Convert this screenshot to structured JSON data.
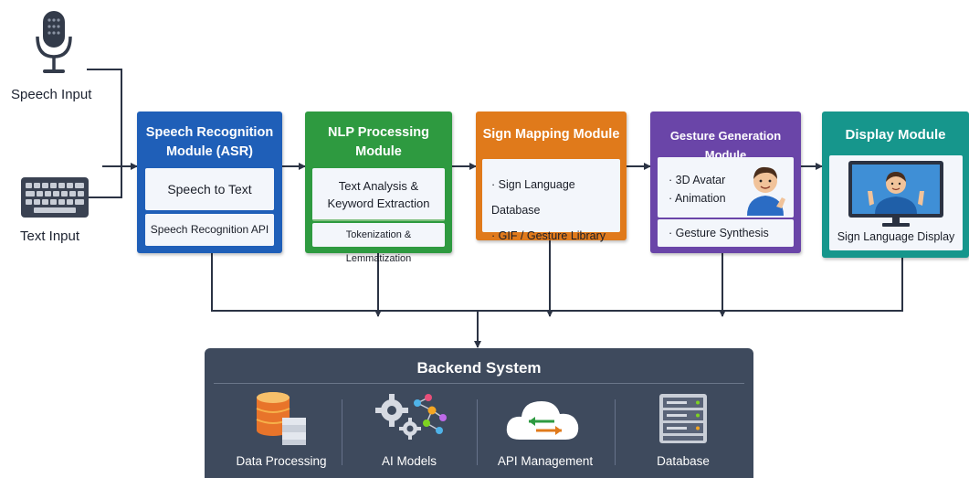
{
  "inputs": {
    "speech": {
      "label": "Speech Input",
      "icon": "microphone-icon"
    },
    "text": {
      "label": "Text Input",
      "icon": "keyboard-icon"
    }
  },
  "modules": [
    {
      "id": "asr",
      "title_lines": [
        "Speech Recognition",
        "Module (ASR)"
      ],
      "items": [
        "Speech to Text",
        "Speech Recognition API"
      ],
      "color": "#1f5fb8"
    },
    {
      "id": "nlp",
      "title_lines": [
        "NLP Processing",
        "Module"
      ],
      "items": [
        "Text Analysis &",
        "Keyword Extraction",
        "Tokenization & Lemmatization"
      ],
      "color": "#2e9a40"
    },
    {
      "id": "sign",
      "title_lines": [
        "Sign Mapping Module"
      ],
      "items": [
        "· Sign Language Database",
        "· GIF / Gesture Library"
      ],
      "color": "#e07a1b"
    },
    {
      "id": "gesture",
      "title_lines": [
        "Gesture Generation Module"
      ],
      "items": [
        "· 3D Avatar",
        "· Animation",
        "· Gesture Synthesis"
      ],
      "color": "#6a45a8"
    },
    {
      "id": "display",
      "title_lines": [
        "Display Module"
      ],
      "items": [
        "Sign Language Display"
      ],
      "color": "#16968c"
    }
  ],
  "backend": {
    "title": "Backend System",
    "items": [
      {
        "label": "Data Processing",
        "icon": "database-stack-icon"
      },
      {
        "label": "AI Models",
        "icon": "gears-network-icon"
      },
      {
        "label": "API Management",
        "icon": "cloud-exchange-icon"
      },
      {
        "label": "Database",
        "icon": "server-rack-icon"
      }
    ]
  },
  "colors": {
    "wire": "#2b3344",
    "backend_bg": "#3e4a5d"
  }
}
